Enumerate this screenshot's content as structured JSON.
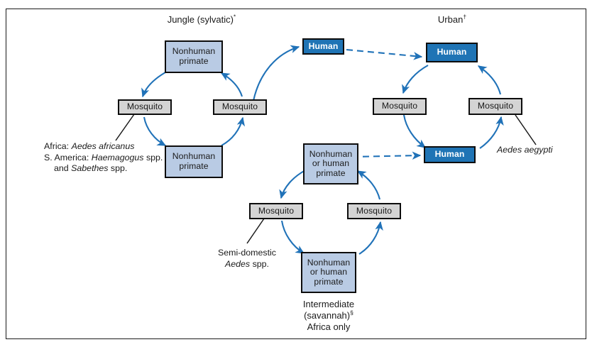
{
  "figure": {
    "background": "#ffffff",
    "border_color": "#1a1a1a",
    "accent_blue": "#1f74b5",
    "arrow_blue": "#2072b8",
    "box_gray": "#d4d4d4",
    "box_light_blue": "#b9cbe4",
    "box_dark_blue": "#1f74b5",
    "leader_line_color": "#1a1a1a"
  },
  "cycles": {
    "jungle": {
      "title_line1": "Jungle",
      "title_line2": "(sylvatic)",
      "title_marker": "*",
      "nodes": {
        "top_primate_line1": "Nonhuman",
        "top_primate_line2": "primate",
        "left_mosquito": "Mosquito",
        "right_mosquito": "Mosquito",
        "bottom_primate_line1": "Nonhuman",
        "bottom_primate_line2": "primate"
      },
      "vector_note": {
        "line1_prefix": "Africa: ",
        "line1_italic": "Aedes africanus",
        "line2_prefix": "S. America: ",
        "line2_italic": "Haemagogus",
        "line2_suffix": " spp.",
        "line3_prefix": "and ",
        "line3_italic": "Sabethes",
        "line3_suffix": " spp."
      },
      "bridge_human": "Human"
    },
    "urban": {
      "title_line1": "Urban",
      "title_marker": "†",
      "nodes": {
        "top_human": "Human",
        "left_mosquito": "Mosquito",
        "right_mosquito": "Mosquito",
        "bottom_human": "Human"
      },
      "vector_note_italic": "Aedes aegypti"
    },
    "intermediate": {
      "title_line1": "Intermediate",
      "title_line2": "(savannah)",
      "title_marker": "§",
      "title_line3": "Africa only",
      "nodes": {
        "top_primate_line1": "Nonhuman",
        "top_primate_line2": "or human",
        "top_primate_line3": "primate",
        "left_mosquito": "Mosquito",
        "right_mosquito": "Mosquito",
        "bottom_primate_line1": "Nonhuman",
        "bottom_primate_line2": "or human",
        "bottom_primate_line3": "primate"
      },
      "vector_note": {
        "line1": "Semi-domestic",
        "line2_italic": "Aedes",
        "line2_suffix": " spp."
      }
    }
  }
}
